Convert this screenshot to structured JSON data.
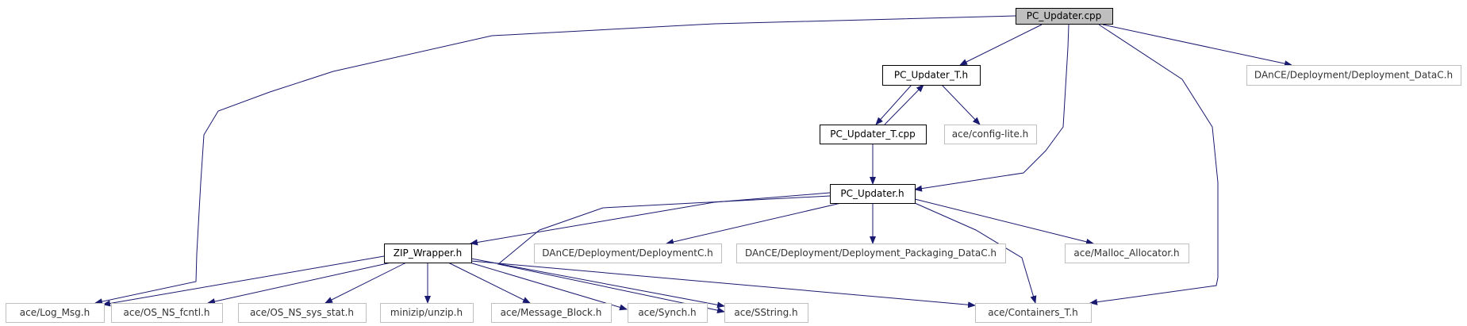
{
  "diagram": {
    "type": "include-dependency-graph",
    "colors": {
      "edge": "#191970",
      "root_fill": "#bfbfbf",
      "external_border": "#bfbfbf",
      "node_border": "#000000"
    },
    "nodes": [
      {
        "id": "pc_updater_cpp",
        "label": "PC_Updater.cpp",
        "kind": "root"
      },
      {
        "id": "pc_updater_t_h",
        "label": "PC_Updater_T.h",
        "kind": "internal"
      },
      {
        "id": "deployment_datac_h",
        "label": "DAnCE/Deployment/Deployment_DataC.h",
        "kind": "external"
      },
      {
        "id": "pc_updater_t_cpp",
        "label": "PC_Updater_T.cpp",
        "kind": "internal"
      },
      {
        "id": "config_lite_h",
        "label": "ace/config-lite.h",
        "kind": "external"
      },
      {
        "id": "pc_updater_h",
        "label": "PC_Updater.h",
        "kind": "internal"
      },
      {
        "id": "zip_wrapper_h",
        "label": "ZIP_Wrapper.h",
        "kind": "internal"
      },
      {
        "id": "deploymentc_h",
        "label": "DAnCE/Deployment/DeploymentC.h",
        "kind": "external"
      },
      {
        "id": "deployment_packaging_datac_h",
        "label": "DAnCE/Deployment/Deployment_Packaging_DataC.h",
        "kind": "external"
      },
      {
        "id": "malloc_allocator_h",
        "label": "ace/Malloc_Allocator.h",
        "kind": "external"
      },
      {
        "id": "log_msg_h",
        "label": "ace/Log_Msg.h",
        "kind": "external"
      },
      {
        "id": "os_ns_fcntl_h",
        "label": "ace/OS_NS_fcntl.h",
        "kind": "external"
      },
      {
        "id": "os_ns_sys_stat_h",
        "label": "ace/OS_NS_sys_stat.h",
        "kind": "external"
      },
      {
        "id": "unzip_h",
        "label": "minizip/unzip.h",
        "kind": "external"
      },
      {
        "id": "message_block_h",
        "label": "ace/Message_Block.h",
        "kind": "external"
      },
      {
        "id": "synch_h",
        "label": "ace/Synch.h",
        "kind": "external"
      },
      {
        "id": "sstring_h",
        "label": "ace/SString.h",
        "kind": "external"
      },
      {
        "id": "containers_t_h",
        "label": "ace/Containers_T.h",
        "kind": "external"
      }
    ],
    "edges": [
      {
        "from": "pc_updater_cpp",
        "to": "pc_updater_t_h"
      },
      {
        "from": "pc_updater_cpp",
        "to": "deployment_datac_h"
      },
      {
        "from": "pc_updater_cpp",
        "to": "pc_updater_h"
      },
      {
        "from": "pc_updater_cpp",
        "to": "log_msg_h"
      },
      {
        "from": "pc_updater_cpp",
        "to": "containers_t_h"
      },
      {
        "from": "pc_updater_t_h",
        "to": "pc_updater_t_cpp"
      },
      {
        "from": "pc_updater_t_h",
        "to": "config_lite_h"
      },
      {
        "from": "pc_updater_t_cpp",
        "to": "pc_updater_t_h"
      },
      {
        "from": "pc_updater_t_cpp",
        "to": "pc_updater_h"
      },
      {
        "from": "pc_updater_h",
        "to": "zip_wrapper_h"
      },
      {
        "from": "pc_updater_h",
        "to": "deploymentc_h"
      },
      {
        "from": "pc_updater_h",
        "to": "deployment_packaging_datac_h"
      },
      {
        "from": "pc_updater_h",
        "to": "malloc_allocator_h"
      },
      {
        "from": "pc_updater_h",
        "to": "containers_t_h"
      },
      {
        "from": "pc_updater_h",
        "to": "sstring_h"
      },
      {
        "from": "zip_wrapper_h",
        "to": "log_msg_h"
      },
      {
        "from": "zip_wrapper_h",
        "to": "os_ns_fcntl_h"
      },
      {
        "from": "zip_wrapper_h",
        "to": "os_ns_sys_stat_h"
      },
      {
        "from": "zip_wrapper_h",
        "to": "unzip_h"
      },
      {
        "from": "zip_wrapper_h",
        "to": "message_block_h"
      },
      {
        "from": "zip_wrapper_h",
        "to": "synch_h"
      },
      {
        "from": "zip_wrapper_h",
        "to": "sstring_h"
      },
      {
        "from": "zip_wrapper_h",
        "to": "containers_t_h"
      }
    ]
  }
}
